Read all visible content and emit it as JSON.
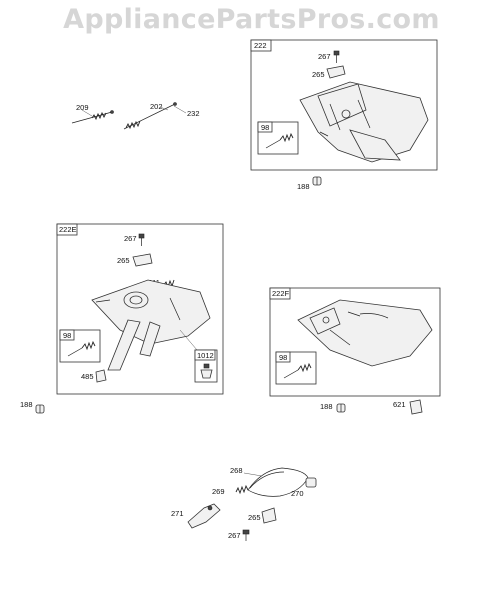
{
  "watermark": "AppliancePartsPros.com",
  "panels": {
    "p222": {
      "tag": "222",
      "inset_tag": "98"
    },
    "p222e": {
      "tag": "222E",
      "inset_tag_left": "98",
      "inset_tag_right": "1012"
    },
    "p222f": {
      "tag": "222F",
      "inset_tag": "98"
    }
  },
  "labels": {
    "l209": "209",
    "l202": "202",
    "l232": "232",
    "l267a": "267",
    "l265a": "265",
    "l188a": "188",
    "l267b": "267",
    "l265b": "265",
    "l211": "211",
    "l485": "485",
    "l188b": "188",
    "l188c": "188",
    "l621": "621",
    "l268": "268",
    "l269": "269",
    "l270": "270",
    "l271": "271",
    "l265c": "265",
    "l267c": "267"
  }
}
